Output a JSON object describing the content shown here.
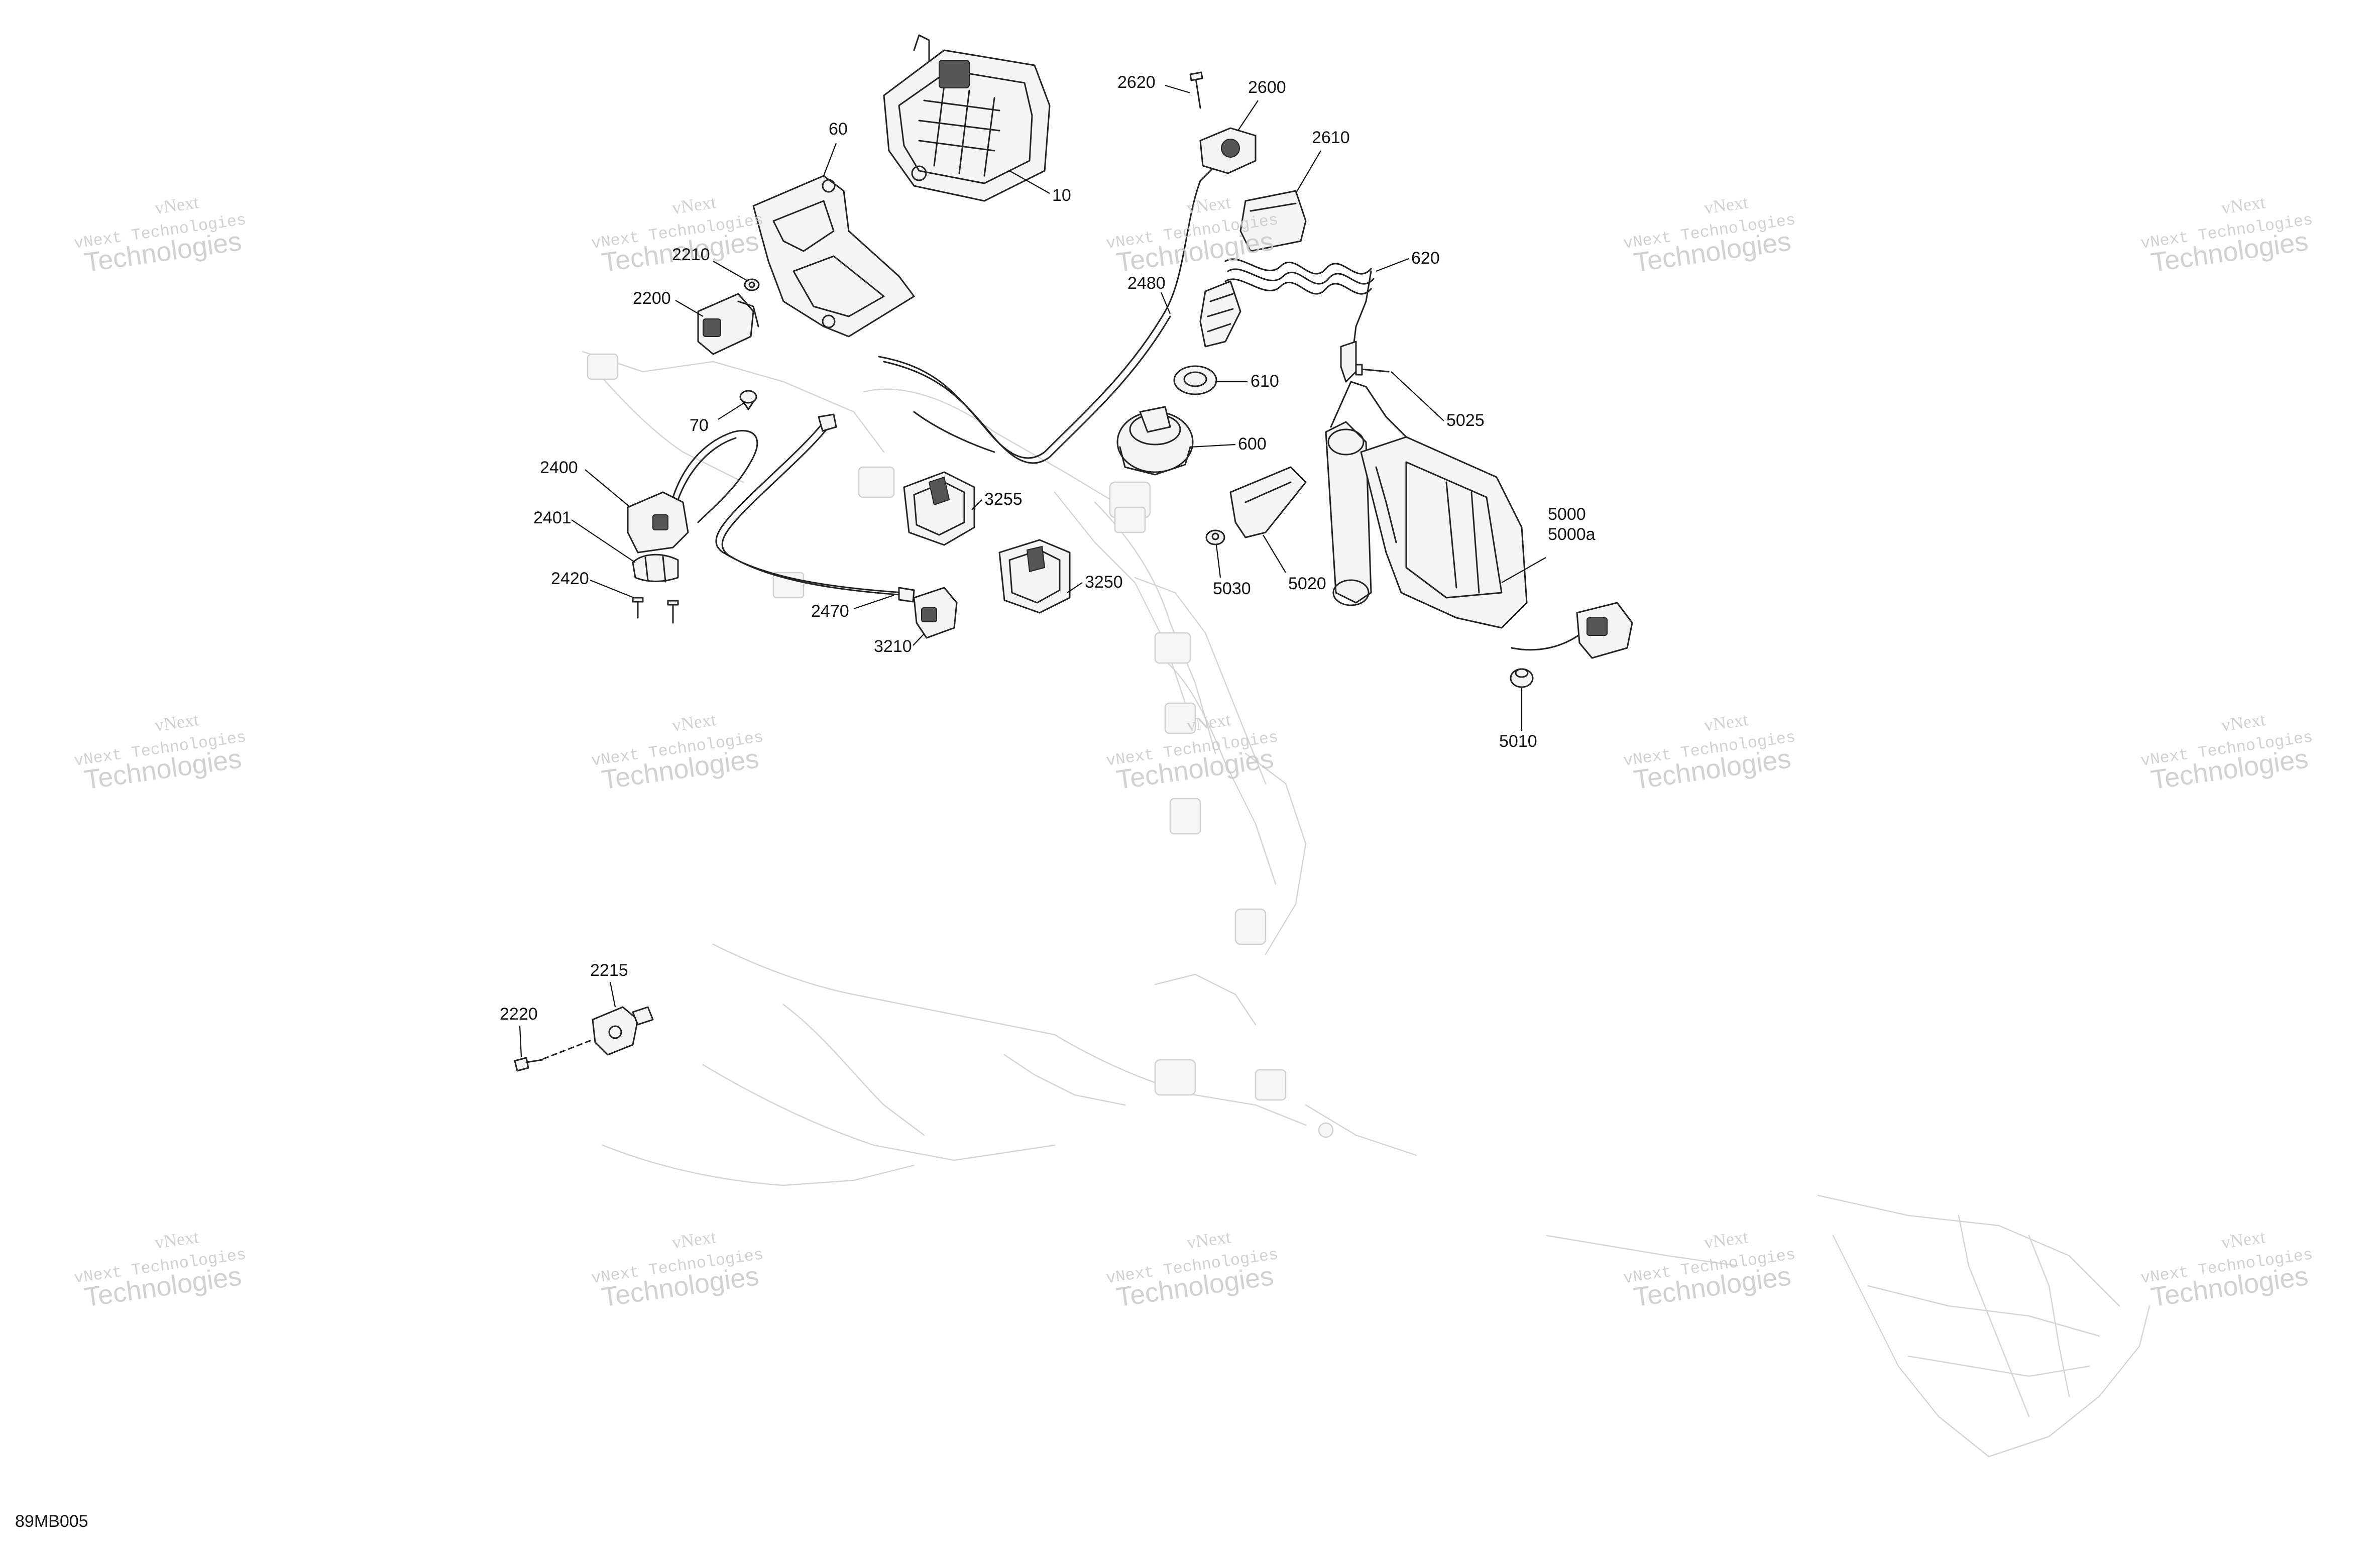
{
  "diagram": {
    "drawing_code": "89MB005",
    "watermark_text": "vNext Technologies",
    "callouts": [
      {
        "id": "c10",
        "label": "10"
      },
      {
        "id": "c60",
        "label": "60"
      },
      {
        "id": "c70",
        "label": "70"
      },
      {
        "id": "c600",
        "label": "600"
      },
      {
        "id": "c610",
        "label": "610"
      },
      {
        "id": "c620",
        "label": "620"
      },
      {
        "id": "c2200",
        "label": "2200"
      },
      {
        "id": "c2210",
        "label": "2210"
      },
      {
        "id": "c2215",
        "label": "2215"
      },
      {
        "id": "c2220",
        "label": "2220"
      },
      {
        "id": "c2400",
        "label": "2400"
      },
      {
        "id": "c2401",
        "label": "2401"
      },
      {
        "id": "c2420",
        "label": "2420"
      },
      {
        "id": "c2470",
        "label": "2470"
      },
      {
        "id": "c2480",
        "label": "2480"
      },
      {
        "id": "c2600",
        "label": "2600"
      },
      {
        "id": "c2610",
        "label": "2610"
      },
      {
        "id": "c2620",
        "label": "2620"
      },
      {
        "id": "c3210",
        "label": "3210"
      },
      {
        "id": "c3250",
        "label": "3250"
      },
      {
        "id": "c3255",
        "label": "3255"
      },
      {
        "id": "c5000",
        "label": "5000"
      },
      {
        "id": "c5000a",
        "label": "5000a"
      },
      {
        "id": "c5010",
        "label": "5010"
      },
      {
        "id": "c5020",
        "label": "5020"
      },
      {
        "id": "c5025",
        "label": "5025"
      },
      {
        "id": "c5030",
        "label": "5030"
      }
    ]
  }
}
